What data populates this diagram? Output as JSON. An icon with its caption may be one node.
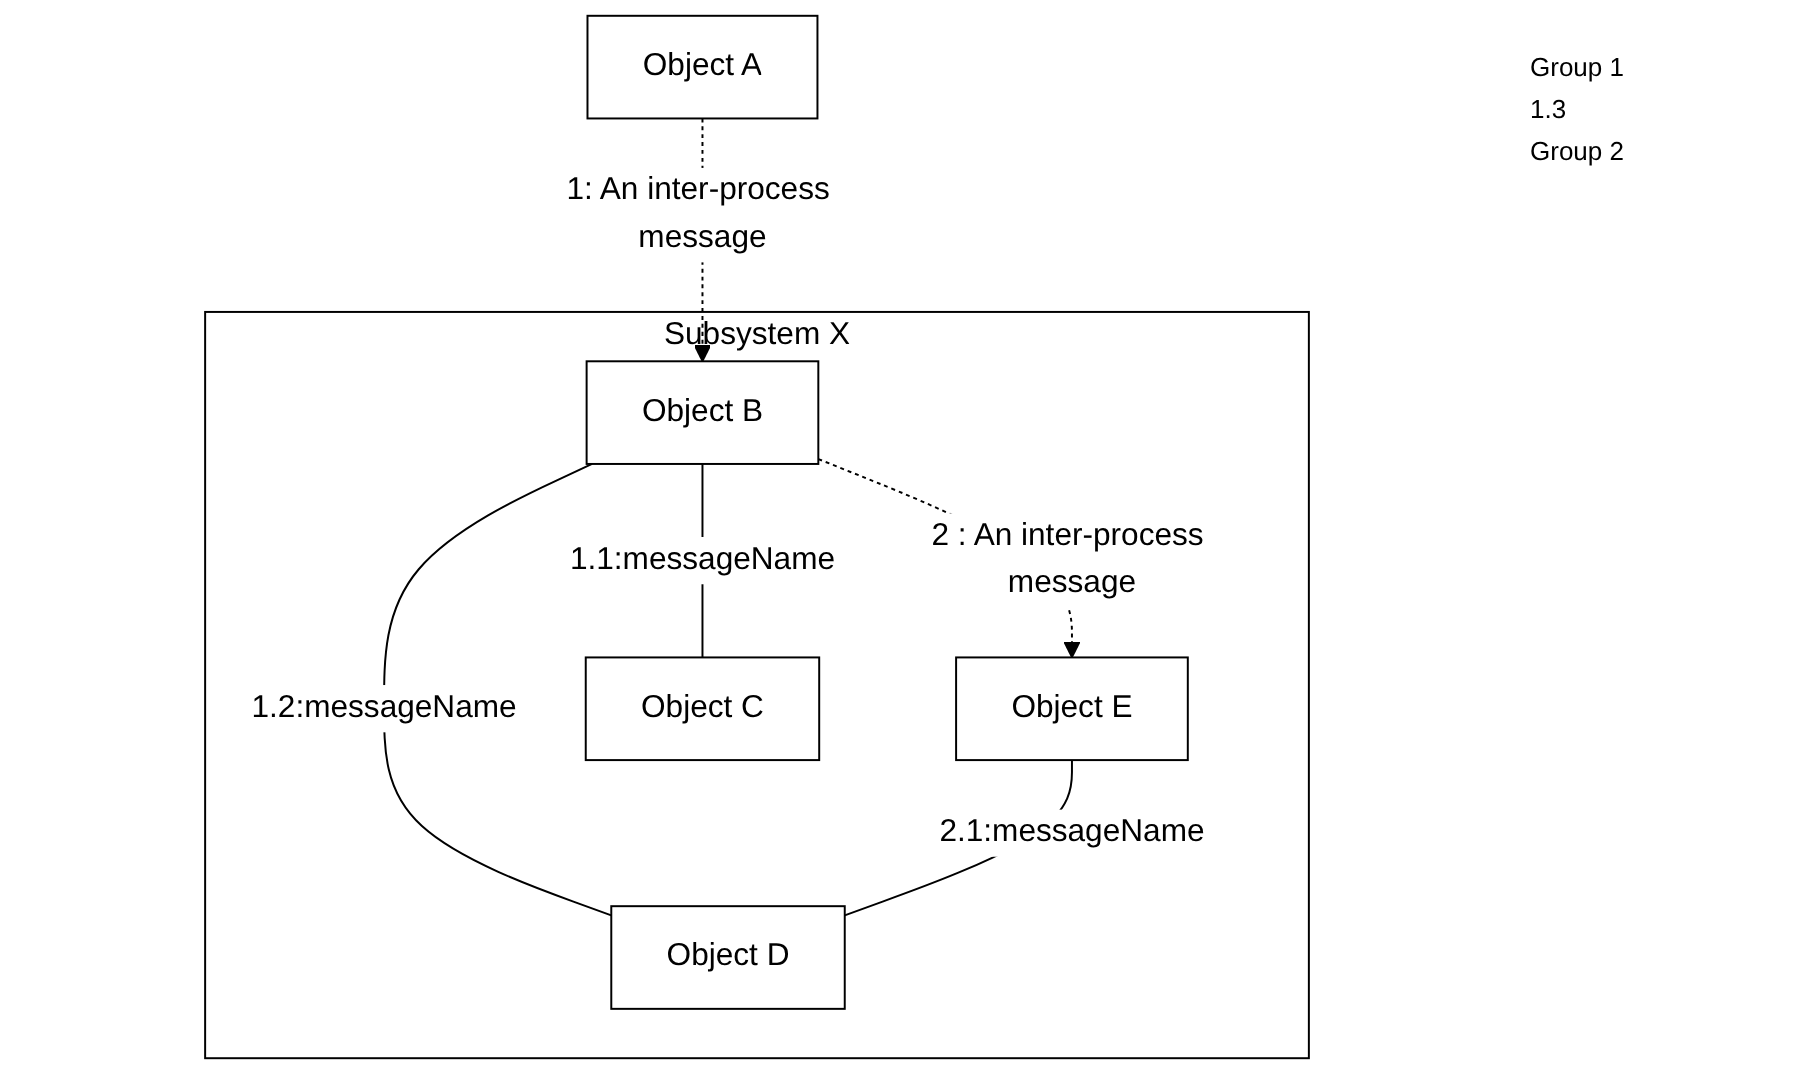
{
  "diagram": {
    "nodes": [
      {
        "text": [
          "Subsystem X"
        ]
      },
      {
        "text": [
          "Object A"
        ]
      },
      {
        "text": [
          "Object B"
        ],
        "in": 0
      },
      {
        "text": [
          "Object D"
        ],
        "in": 0
      },
      {
        "text": [
          "Object E"
        ],
        "in": 0
      },
      {
        "text": [
          "Object C"
        ],
        "in": 0
      }
    ],
    "edges": [
      {
        "from": 1,
        "to": 2,
        "arrow": "to",
        "style": "dashed",
        "label": "1: An inter-process message"
      },
      {
        "from": 2,
        "to": 3,
        "arrow": "none",
        "label": "1.2:messageName"
      },
      {
        "from": 2,
        "to": 5,
        "arrow": "none",
        "label": "1.1:messageName"
      },
      {
        "from": 2,
        "to": 4,
        "arrow": "to",
        "style": "dashed",
        "label": "2 : An inter-process message"
      },
      {
        "from": 4,
        "to": 3,
        "arrow": "none",
        "label": "2.1:messageName"
      }
    ],
    "labels": [
      "Group 1",
      "1.3",
      "Group 2"
    ]
  }
}
